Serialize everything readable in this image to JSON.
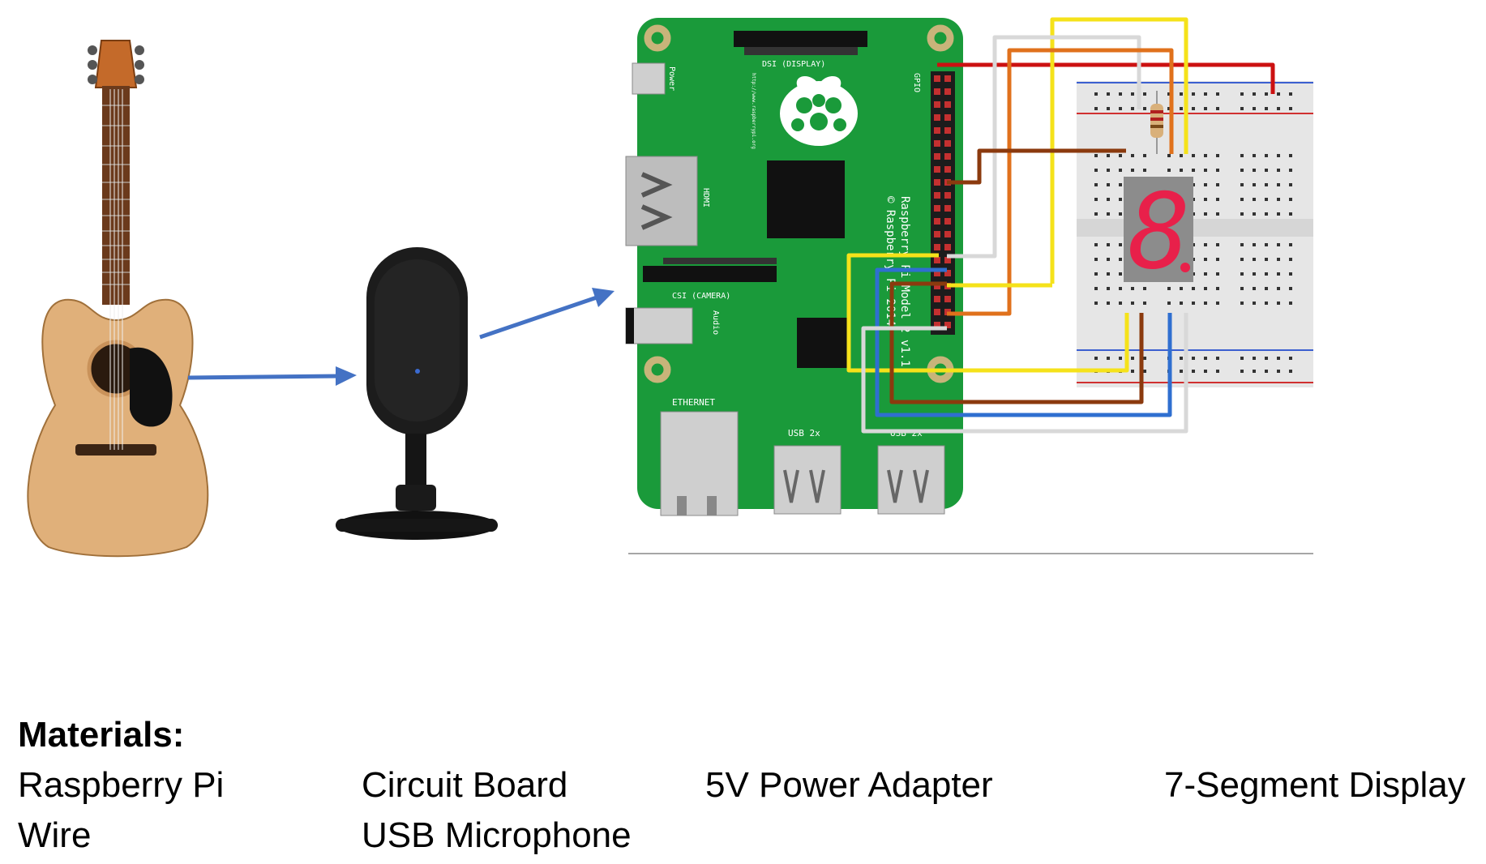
{
  "pi_labels": {
    "dsi": "DSI (DISPLAY)",
    "power": "Power",
    "gpio": "GPIO",
    "hdmi": "HDMI",
    "csi": "CSI (CAMERA)",
    "audio": "Audio",
    "ethernet": "ETHERNET",
    "usb_left": "USB 2x",
    "usb_right": "USB 2x",
    "url": "http://www.raspberrypi.org",
    "model_line1": "Raspberry Pi Model 2 v1.1",
    "model_line2": "© Raspberry Pi 2014"
  },
  "display_digit": "8",
  "materials": {
    "title": "Materials:",
    "items": [
      "Raspberry Pi",
      "Circuit Board",
      "5V Power Adapter",
      "7-Segment Display",
      "Wire",
      "USB Microphone"
    ]
  },
  "colors": {
    "arrow": "#4472c4",
    "pcb": "#1a9a3a",
    "wire_red": "#cc1111",
    "wire_yellow": "#f5e21a",
    "wire_orange": "#e0711c",
    "wire_brown": "#8b3a0e",
    "wire_blue": "#2f6fd0",
    "wire_white": "#d8d8d8",
    "segment": "#e8204a",
    "breadboard": "#e6e6e6"
  },
  "icons": [
    "guitar-icon",
    "microphone-icon",
    "raspberry-pi-logo-icon"
  ]
}
